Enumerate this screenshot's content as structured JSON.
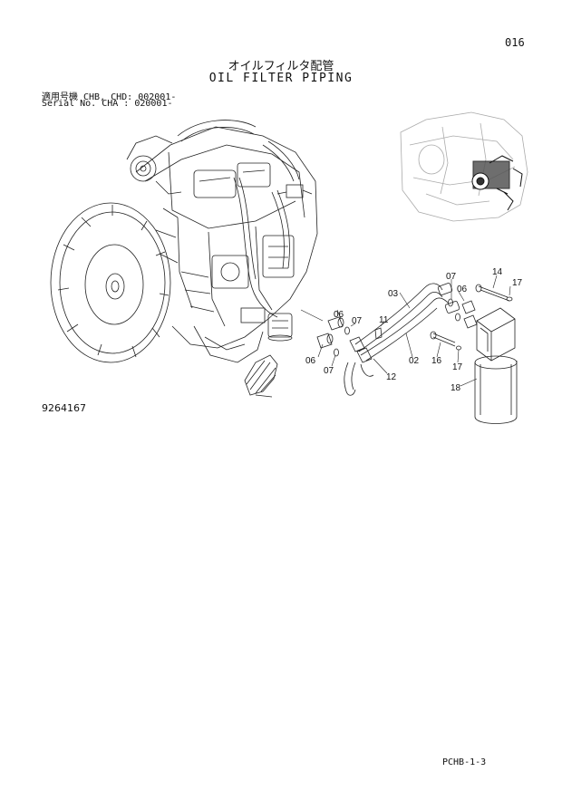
{
  "header": {
    "page_number": "016",
    "title_jp": "オイルフィルタ配管",
    "title_en": "OIL FILTER PIPING",
    "serial_line_1": "適用号機  CHB, CHD: 002001-",
    "serial_line_2": "Serial No. CHA     : 020001-"
  },
  "drawing_number": "9264167",
  "footer_code": "PCHB-1-3",
  "callouts": {
    "c06a": "06",
    "c07a": "07",
    "c11": "11",
    "c03": "03",
    "c07b": "07",
    "c06b": "06",
    "c14": "14",
    "c17a": "17",
    "c06c": "06",
    "c07c": "07",
    "c12": "12",
    "c02": "02",
    "c16": "16",
    "c17b": "17",
    "c18": "18"
  }
}
